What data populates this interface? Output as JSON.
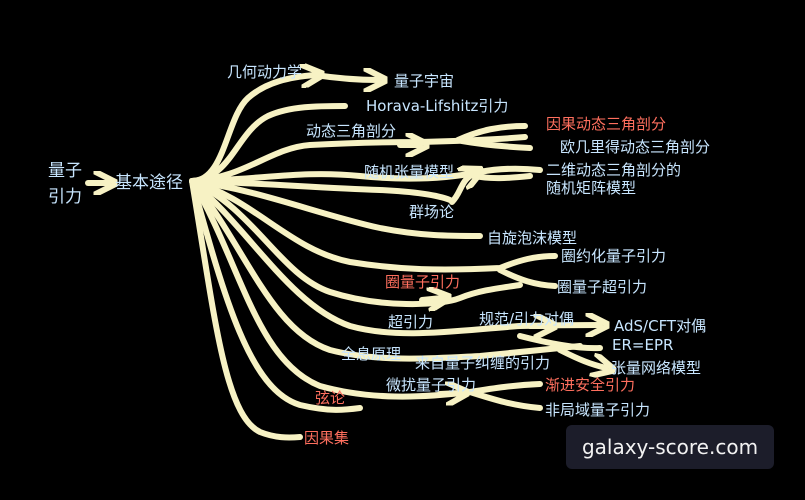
{
  "root": {
    "line1": "量子",
    "line2": "引力"
  },
  "hub": "基本途径",
  "branches": {
    "geometrodynamics": "几何动力学",
    "quantum_universe": "量子宇宙",
    "horava_lifshitz": "Horava-Lifshitz引力",
    "dynamic_triangulation": "动态三角剖分",
    "causal_dt": "因果动态三角剖分",
    "euclidean_dt": "欧几里得动态三角剖分",
    "random_tensor": "随机张量模型",
    "two_d_dt_line1": "二维动态三角剖分的",
    "two_d_dt_line2": "随机矩阵模型",
    "group_field": "群场论",
    "spin_foam": "自旋泡沫模型",
    "loop_qg": "圈量子引力",
    "loop_quantized_gravity": "圈约化量子引力",
    "loop_supergravity": "圈量子超引力",
    "supergravity": "超引力",
    "gauge_gravity_duality": "规范/引力对偶",
    "ads_cft": "AdS/CFT对偶",
    "er_epr": "ER=EPR",
    "holographic": "全息原理",
    "entanglement_gravity": "来自量子纠缠的引力",
    "tensor_network": "张量网络模型",
    "perturbative": "微扰量子引力",
    "string_theory": "弦论",
    "asymptotic_safety": "渐进安全引力",
    "nonlocal": "非局域量子引力",
    "causal_sets": "因果集"
  },
  "watermark": "galaxy-score.com",
  "colors": {
    "background": "#000000",
    "line": "#f7f2c4",
    "label": "#c8e6ff",
    "highlight": "#ff6f5e"
  }
}
